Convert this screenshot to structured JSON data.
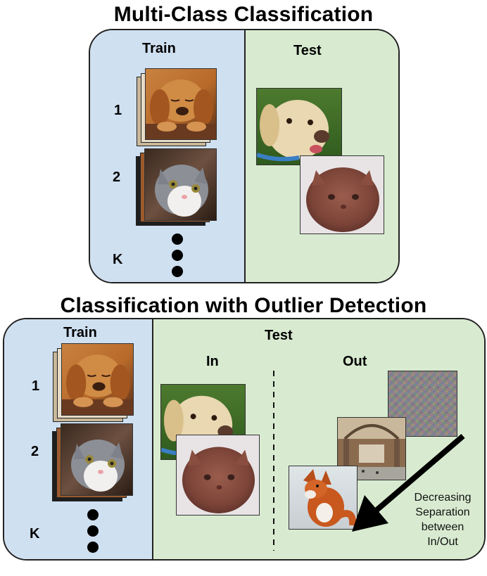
{
  "top_panel": {
    "title": "Multi-Class Classification",
    "train_label": "Train",
    "test_label": "Test",
    "class_labels": [
      "1",
      "2",
      "K"
    ]
  },
  "bottom_panel": {
    "title": "Classification with Outlier Detection",
    "train_label": "Train",
    "test_label": "Test",
    "in_label": "In",
    "out_label": "Out",
    "class_labels": [
      "1",
      "2",
      "K"
    ],
    "arrow_note": [
      "Decreasing",
      "Separation",
      "between",
      "In/Out"
    ]
  },
  "colors": {
    "train_bg": "#cfe0f1",
    "test_bg": "#d8ebd0",
    "border": "#222222"
  },
  "images": [
    "puppy-photo",
    "kitten-photo",
    "labrador-photo",
    "fluffy-kitten-photo",
    "noise-image",
    "museum-hall-photo",
    "fox-photo"
  ]
}
